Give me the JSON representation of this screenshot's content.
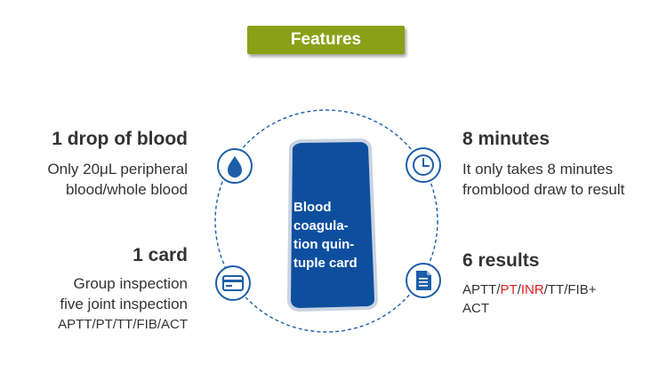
{
  "badge": {
    "label": "Features"
  },
  "card": {
    "lines": [
      "Blood",
      "coagula-",
      "tion quin-",
      "tuple card"
    ]
  },
  "features": {
    "top_left": {
      "title": "1 drop of blood",
      "lines": [
        "Only 20μL peripheral",
        "blood/whole blood"
      ],
      "icon": "blood-drop-icon"
    },
    "bottom_left": {
      "title": "1 card",
      "lines": [
        "Group inspection",
        "five joint inspection",
        "APTT/PT/TT/FIB/ACT"
      ],
      "icon": "card-icon"
    },
    "top_right": {
      "title": "8 minutes",
      "lines": [
        "It only takes 8 minutes",
        "fromblood draw to result"
      ],
      "icon": "clock-icon"
    },
    "bottom_right": {
      "title": "6 results",
      "results": {
        "p1": "APTT/",
        "p2": "PT",
        "p3": "/",
        "p4": "INR",
        "p5": "/TT/FIB+",
        "p6": "ACT"
      },
      "icon": "document-icon"
    }
  },
  "colors": {
    "badge": "#8aa017",
    "blue": "#1c5ea8",
    "card_blue": "#0d4f9e",
    "highlight": "#e02020",
    "text": "#333333"
  }
}
